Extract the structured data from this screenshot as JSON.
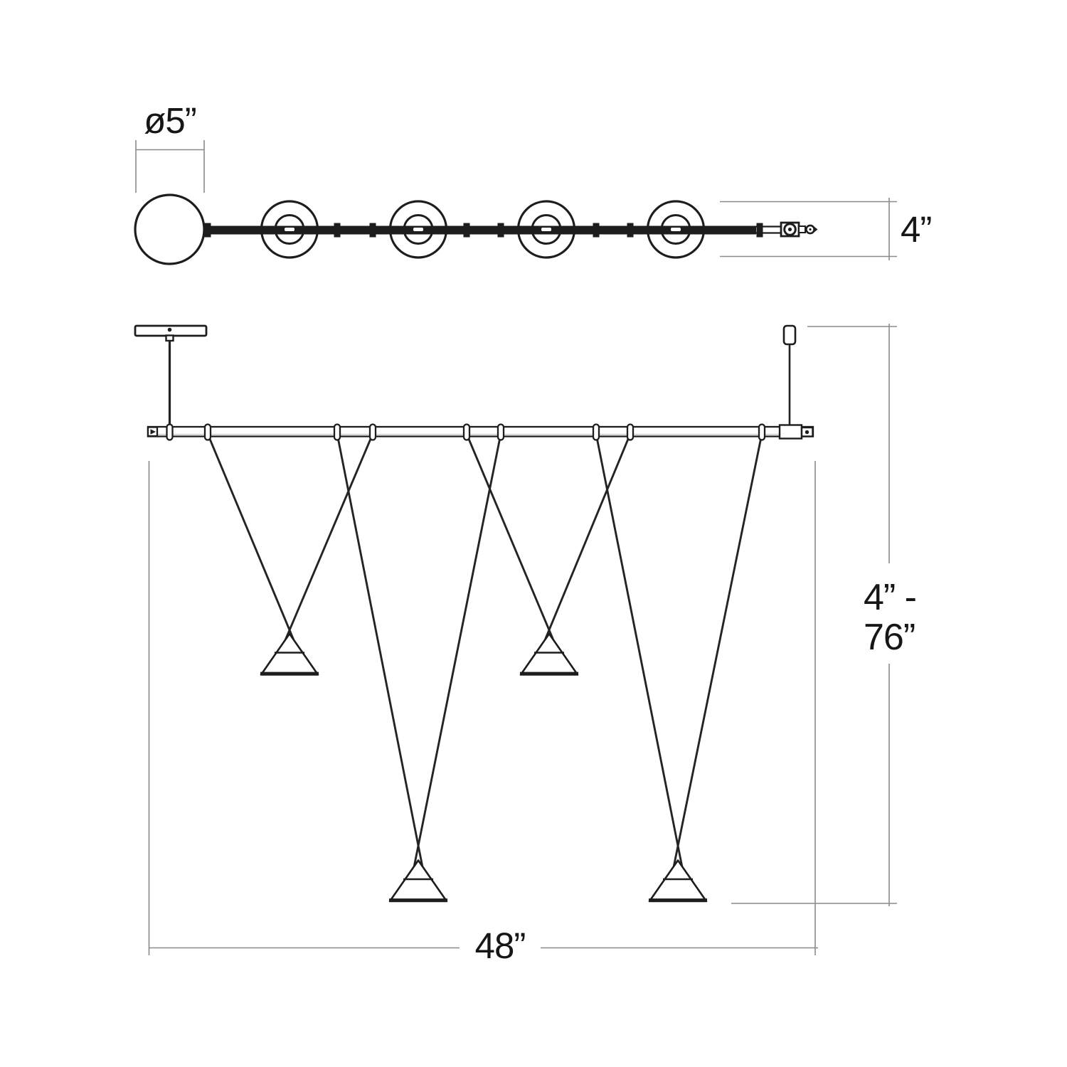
{
  "diagram": {
    "kind": "technical-dimension-drawing",
    "background": "#ffffff",
    "colors": {
      "drawing_line": "#1d1d1d",
      "dimension_line": "#8a8a8a",
      "label_text": "#161616"
    },
    "counts": {
      "top_view_disc_lights": 4,
      "top_view_globes": 1,
      "front_view_cone_pendants": 4,
      "front_view_cable_clamps": 9
    }
  },
  "labels": {
    "globe_diameter": "ø5”",
    "fixture_height": "4”",
    "drop_range_line1": "4” -",
    "drop_range_line2": "76”",
    "fixture_width": "48”"
  },
  "annotations": [
    {
      "value": "ø5”",
      "measures": "globe diameter"
    },
    {
      "value": "4”",
      "measures": "fixture body height"
    },
    {
      "value": "4” - 76”",
      "measures": "overall hanging drop range"
    },
    {
      "value": "48”",
      "measures": "bar width"
    }
  ]
}
